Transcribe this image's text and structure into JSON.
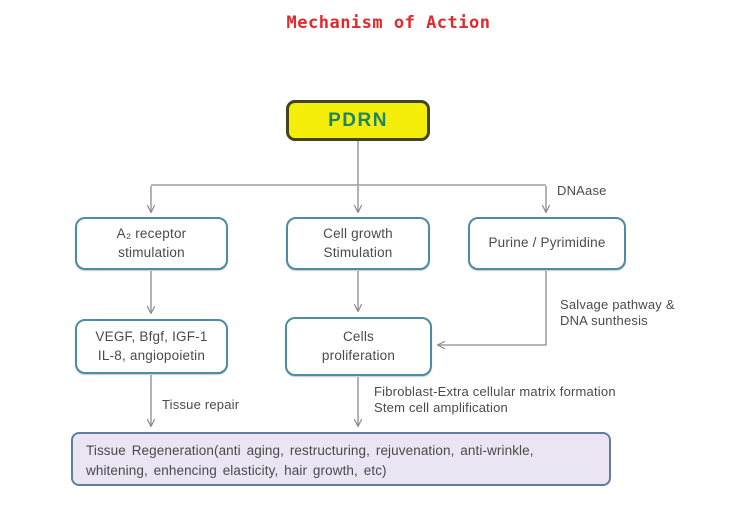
{
  "title": "Mechanism of Action",
  "diagram": {
    "root": {
      "label": "PDRN"
    },
    "branches": [
      {
        "label": "A₂ receptor\nstimulation"
      },
      {
        "label": "Cell growth\nStimulation"
      },
      {
        "label": "Purine / Pyrimidine"
      }
    ],
    "outcomes": [
      {
        "label": "VEGF, Bfgf, IGF-1\nIL-8, angiopoietin"
      },
      {
        "label": "Cells\nproliferation"
      }
    ],
    "edge_labels": {
      "dnaase": "DNAase",
      "salvage_pathway": "Salvage pathway &\nDNA sunthesis",
      "tissue_repair": "Tissue repair",
      "fibroblast_stem": "Fibroblast-Extra cellular matrix formation\nStem cell amplification"
    },
    "result": {
      "label": "Tissue Regeneration(anti aging, restructuring, rejuvenation, anti-wrinkle,\nwhitening, enhencing elasticity, hair growth, etc)"
    },
    "colors": {
      "title_red": "#e02a2c",
      "pdrn_fill": "#f4ee0a",
      "pdrn_border": "#45451d",
      "pdrn_text": "#1c8468",
      "node_border": "#4e8ca4",
      "node_text": "#4a4a4a",
      "result_fill": "#ebe5f3",
      "result_border": "#5f7fa0",
      "connector": "#8a8a8a"
    }
  }
}
